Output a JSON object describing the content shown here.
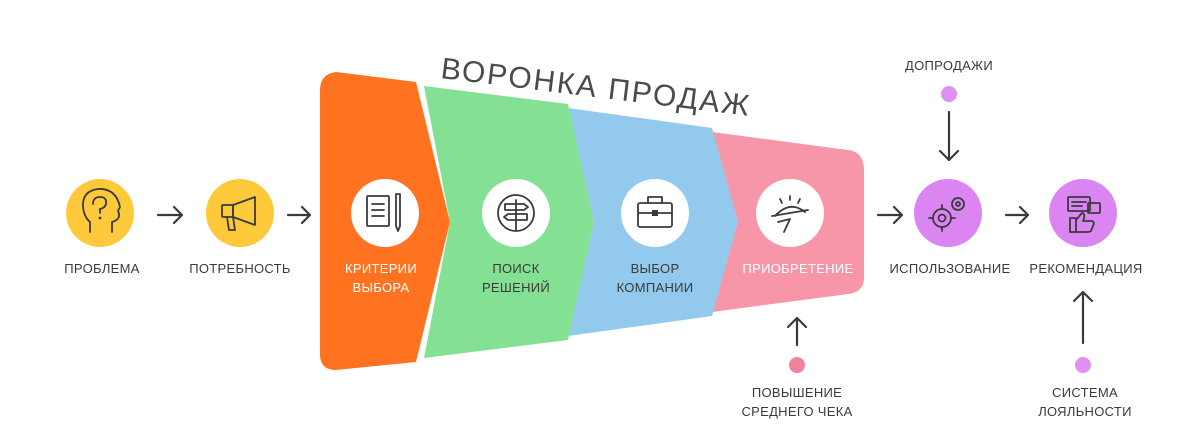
{
  "title": "ВОРОНКА ПРОДАЖ",
  "colors": {
    "orange": "#FF7220",
    "green": "#84E193",
    "blue": "#93C9EC",
    "pink": "#F796A8",
    "yellow": "#FFC93C",
    "purple": "#DA85F2",
    "dot": "#DF90F0",
    "pink_dot": "#F2829A"
  },
  "steps": {
    "problem": {
      "label": "ПРОБЛЕМА",
      "icon": "head-question-icon"
    },
    "need": {
      "label": "ПОТРЕБНОСТЬ",
      "icon": "megaphone-icon"
    },
    "usage": {
      "label": "ИСПОЛЬЗОВАНИЕ",
      "icon": "gears-icon"
    },
    "recommend": {
      "label": "РЕКОМЕНДАЦИЯ",
      "icon": "thumbs-up-chat-icon"
    }
  },
  "funnel": {
    "criteria": {
      "line1": "КРИТЕРИИ",
      "line2": "ВЫБОРА",
      "icon": "checklist-pencil-icon"
    },
    "search": {
      "line1": "ПОИСК",
      "line2": "РЕШЕНИЙ",
      "icon": "signpost-icon"
    },
    "company": {
      "line1": "ВЫБОР",
      "line2": "КОМПАНИИ",
      "icon": "briefcase-icon"
    },
    "purchase": {
      "line1": "ПРИОБРЕТЕНИЕ",
      "icon": "serving-tray-icon"
    }
  },
  "extras": {
    "upsell": "ДОПРОДАЖИ",
    "avg_check_line1": "ПОВЫШЕНИЕ",
    "avg_check_line2": "СРЕДНЕГО ЧЕКА",
    "loyalty_line1": "СИСТЕМА",
    "loyalty_line2": "ЛОЯЛЬНОСТИ"
  }
}
